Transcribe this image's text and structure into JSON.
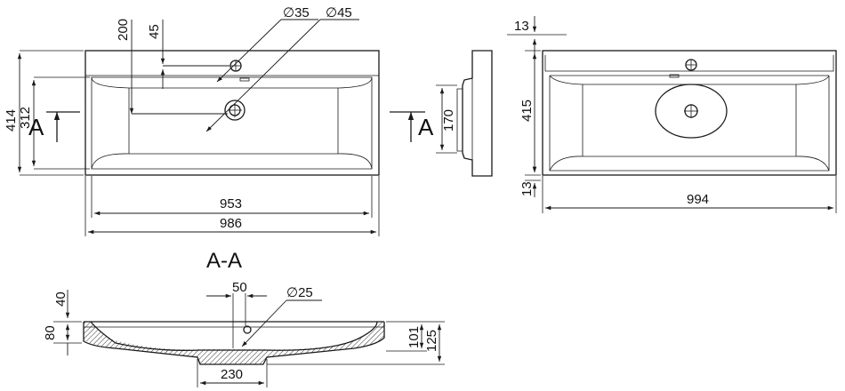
{
  "top_view": {
    "dim_width_inner": "953",
    "dim_width_outer": "986",
    "dim_height_outer": "414",
    "dim_height_inner": "312",
    "dim_overflow_offset": "200",
    "dim_tap_offset": "45",
    "dim_tap_hole": "∅35",
    "dim_drain_hole": "∅45",
    "section_mark_left": "A",
    "section_mark_right": "A"
  },
  "side_view": {
    "dim_bracket": "170"
  },
  "back_view": {
    "dim_top_gap": "13",
    "dim_height": "415",
    "dim_bottom_gap": "13",
    "dim_width": "994"
  },
  "section_view": {
    "title": "A-A",
    "dim_rim": "40",
    "dim_depth": "80",
    "dim_tap_offset": "50",
    "dim_tap_hole": "∅25",
    "dim_inner_height": "101",
    "dim_total_height": "125",
    "dim_drain_width": "230"
  }
}
